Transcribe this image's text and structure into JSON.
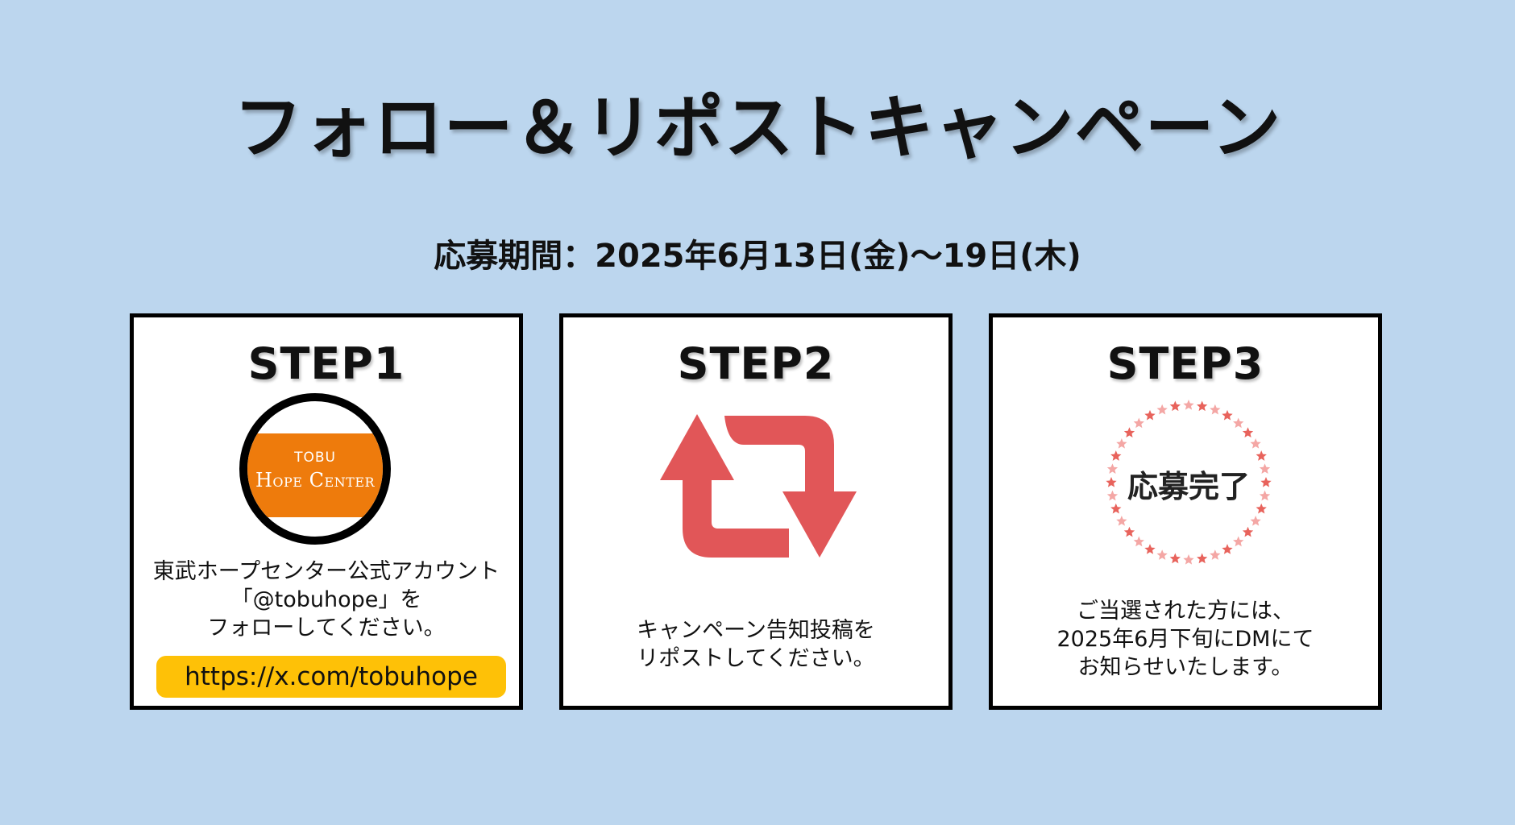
{
  "title": "フォロー＆リポストキャンペーン",
  "period": "応募期間：2025年6月13日(金)～19日(木)",
  "steps": [
    {
      "title": "STEP1",
      "logo": {
        "top": "TOBU",
        "main_h": "H",
        "main_ope": "OPE",
        "main_c": "C",
        "main_enter": "ENTER"
      },
      "lines": [
        "東武ホープセンター公式アカウント",
        "「@tobuhope」を",
        "フォローしてください。"
      ],
      "url": "https://x.com/tobuhope"
    },
    {
      "title": "STEP2",
      "icon": "repost-icon",
      "lines": [
        "キャンペーン告知投稿を",
        "リポストしてください。"
      ]
    },
    {
      "title": "STEP3",
      "badge": "応募完了",
      "lines": [
        "ご当選された方には、",
        "2025年6月下旬にDMにて",
        "お知らせいたします。"
      ]
    }
  ],
  "colors": {
    "background": "#BCD6EE",
    "logo_orange": "#EE7B0C",
    "url_yellow": "#FEC107",
    "repost_red": "#E15658",
    "star_dark": "#E8635C",
    "star_light": "#F4A7A5"
  }
}
